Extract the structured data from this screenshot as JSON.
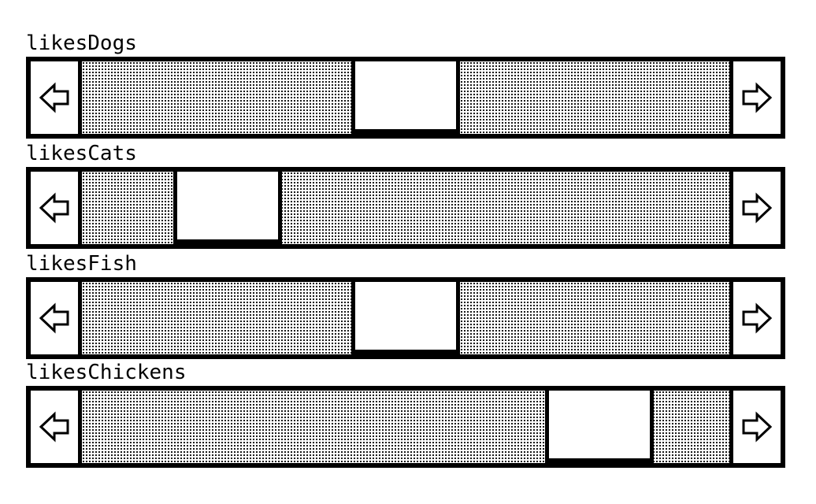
{
  "scrollbars": [
    {
      "label": "likesDogs",
      "value": 0.5
    },
    {
      "label": "likesCats",
      "value": 0.17
    },
    {
      "label": "likesFish",
      "value": 0.5
    },
    {
      "label": "likesChickens",
      "value": 0.86
    }
  ],
  "icons": {
    "left": "left-arrow-icon",
    "right": "right-arrow-icon"
  }
}
